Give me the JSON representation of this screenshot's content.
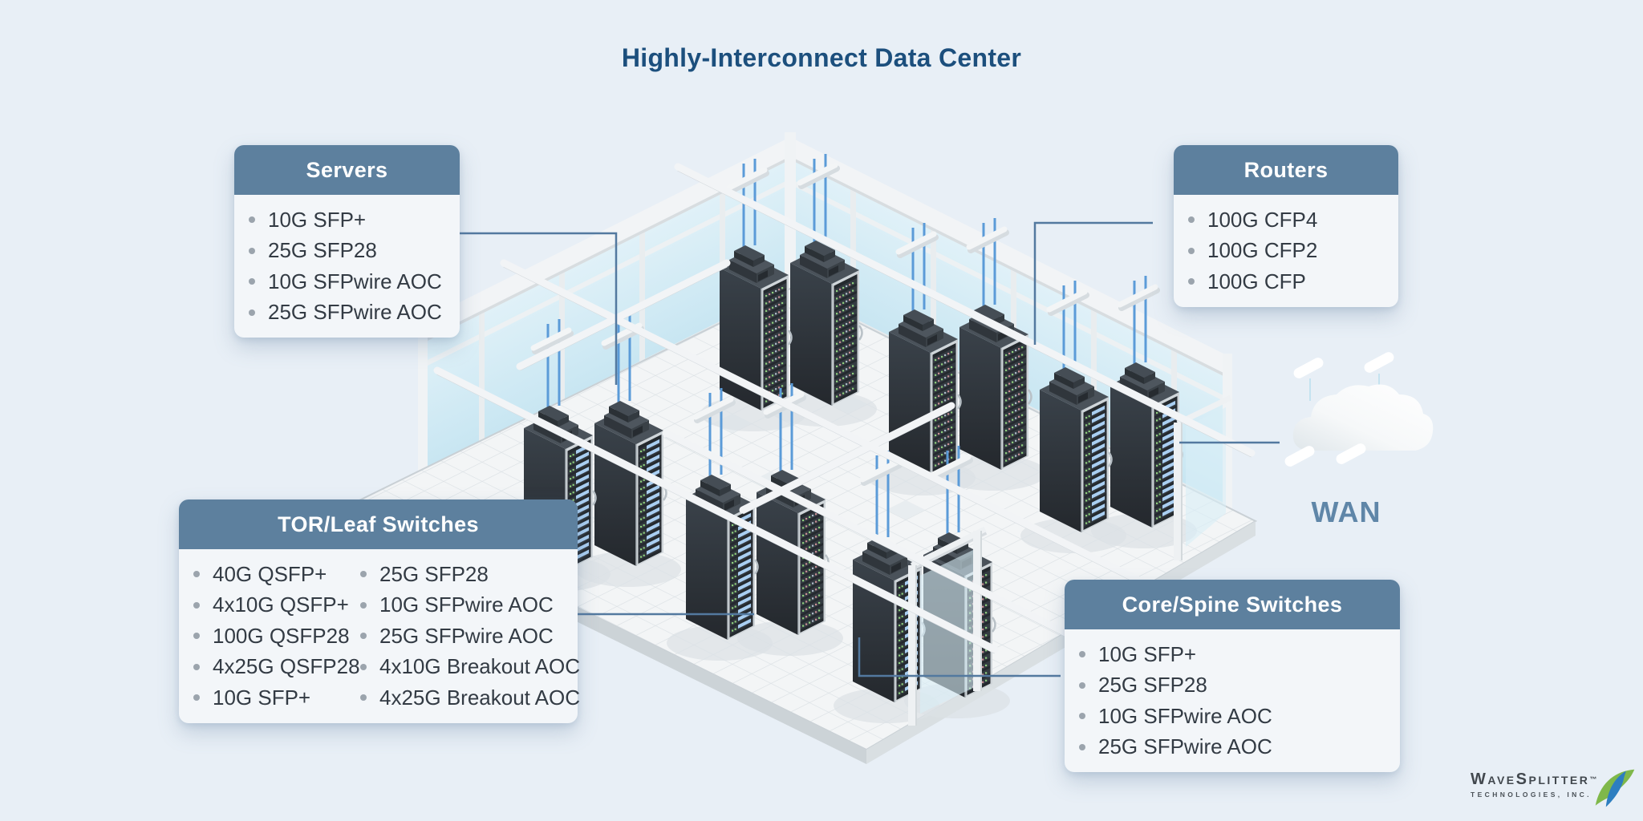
{
  "title": "Highly-Interconnect Data Center",
  "callouts": {
    "servers": {
      "title": "Servers",
      "items": [
        "10G SFP+",
        "25G SFP28",
        "10G SFPwire AOC",
        "25G SFPwire AOC"
      ]
    },
    "routers": {
      "title": "Routers",
      "items": [
        "100G CFP4",
        "100G CFP2",
        "100G CFP"
      ]
    },
    "tor_leaf": {
      "title": "TOR/Leaf Switches",
      "items_col1": [
        "40G QSFP+",
        "4x10G QSFP+",
        "100G QSFP28",
        "4x25G QSFP28",
        "10G SFP+"
      ],
      "items_col2": [
        "25G SFP28",
        "10G SFPwire AOC",
        "25G SFPwire AOC",
        "4x10G Breakout AOC",
        "4x25G Breakout AOC"
      ]
    },
    "core_spine": {
      "title": "Core/Spine Switches",
      "items": [
        "10G SFP+",
        "25G SFP28",
        "10G SFPwire AOC",
        "25G SFPwire AOC"
      ]
    }
  },
  "wan": {
    "label": "WAN"
  },
  "logo": {
    "part1": "W",
    "part2": "AVE",
    "part3": "S",
    "part4": "PLITTER",
    "tm": "™",
    "subtitle": "TECHNOLOGIES, INC."
  },
  "colors": {
    "header_bg": "#5d809e",
    "title_text": "#1c4f7d",
    "connector": "#53799f",
    "wan_text": "#5f86a8",
    "cable": "#5b9bd8",
    "logo_green": "#7fb84a",
    "logo_blue": "#2d7ec0"
  }
}
